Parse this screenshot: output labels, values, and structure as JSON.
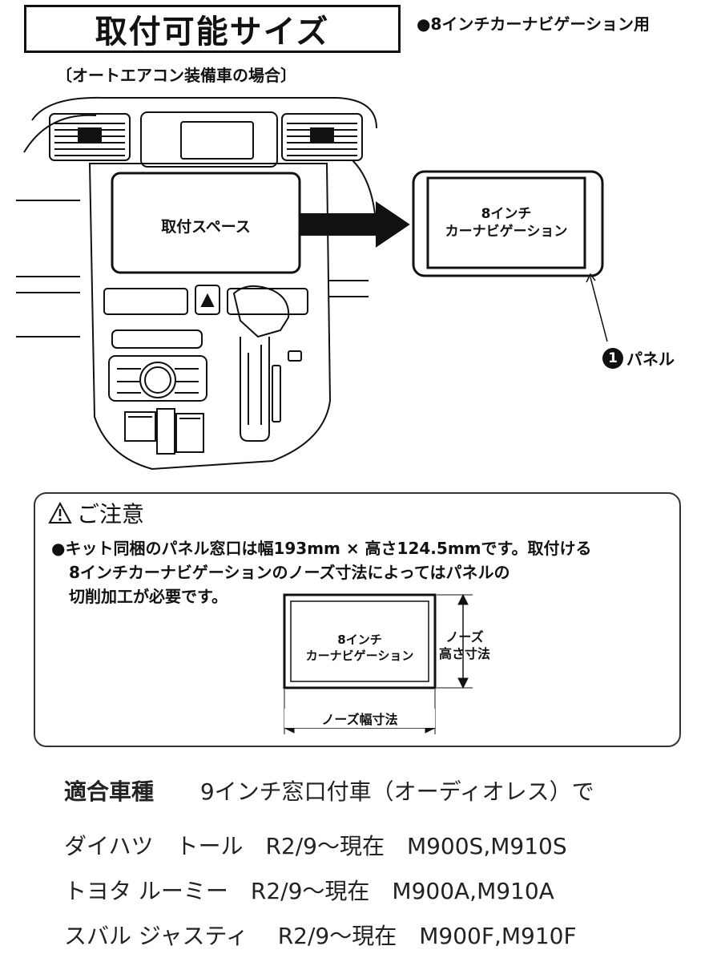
{
  "header": {
    "title": "取付可能サイズ",
    "usage": "●8インチカーナビゲーション用",
    "condition": "〔オートエアコン装備車の場合〕"
  },
  "diagram": {
    "mount_space_label": "取付スペース",
    "navi_label_line1": "8インチ",
    "navi_label_line2": "カーナビゲーション",
    "panel_number": "1",
    "panel_label": "パネル"
  },
  "notice": {
    "heading": "ご注意",
    "lines": [
      "●キット同梱のパネル窓口は幅193mm × 高さ124.5mmです。取付ける",
      "8インチカーナビゲーションのノーズ寸法によってはパネルの",
      "切削加工が必要です。"
    ],
    "navi_label_line1": "8インチ",
    "navi_label_line2": "カーナビゲーション",
    "height_label_line1": "ノーズ",
    "height_label_line2": "高さ寸法",
    "width_label": "ノーズ幅寸法"
  },
  "compatibility": {
    "heading": "適合車種",
    "heading_note": "9インチ窓口付車（オーディオレス）で",
    "rows": [
      "ダイハツ　トール　R2/9～現在　M900S,M910S",
      "トヨタ  ルーミー　R2/9～現在　M900A,M910A",
      "スバル  ジャスティ　 R2/9～現在　M900F,M910F"
    ]
  }
}
